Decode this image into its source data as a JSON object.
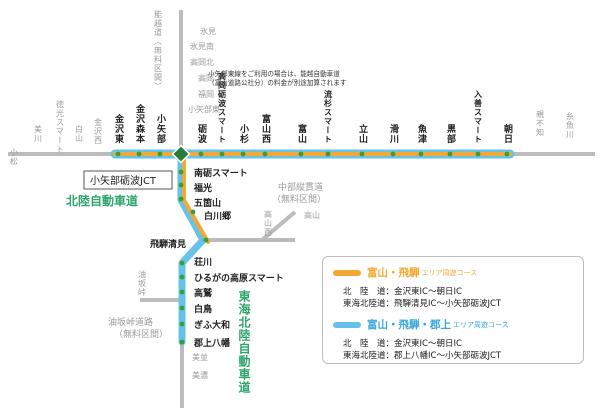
{
  "colors": {
    "orange": "#f3a833",
    "blue": "#66c2e8",
    "gray": "#b8b8b8",
    "green_dot": "#3a9d3a",
    "hokuriku": "#2fa56b",
    "tokai": "#2fa56b"
  },
  "labels": {
    "komatsu": "小松",
    "mikawa": "美川",
    "shiramatsu": "白山",
    "hakusan_smart": "徳光スマート",
    "kanazawa_nishi": "金沢西",
    "itoigawa": "糸魚川",
    "oyashirazu": "親不知",
    "junction": "小矢部砺波JCT",
    "hokuriku_exp": "北陸自動車道",
    "tokai_exp": "東海北陸自動車道",
    "chubu_road": "中部縦貫道",
    "chubu_free": "（無料区間）",
    "takayama_nishi": "高山西",
    "takayama": "高山",
    "aburasaka_road": "油坂峠道路",
    "aburasaka_free": "（無料区間）",
    "aburasaka_pass": "油坂峠",
    "mino": "美並",
    "minoh": "美濃",
    "noetsu_road": "能越道（無料区間）",
    "himi": "氷見",
    "himi_minami": "氷見南",
    "takaoka_hokuto": "高岡北",
    "takaoka": "高岡",
    "fukuoka": "福岡",
    "oyabe_higashi": "小矢部東",
    "note": "小矢部東線をご利用の場合は、能越自動車道（富山道路公社分）の料金が別途加算されます"
  },
  "top_stations": [
    "金沢東",
    "金沢森本",
    "小矢部",
    "砺波",
    "高岡砺波スマート",
    "小杉",
    "富山西",
    "富山",
    "流杉スマート",
    "立山",
    "滑川",
    "魚津",
    "黒部",
    "入善スマート",
    "朝日"
  ],
  "south_stations": [
    "南砺スマート",
    "福光",
    "五箇山",
    "白川郷",
    "飛騨清見",
    "荘川",
    "ひるがの高原スマート",
    "高鷲",
    "白鳥",
    "ぎふ大和",
    "郡上八幡"
  ],
  "legend": {
    "orange_title": "富山・飛騨",
    "orange_sub": "エリア周遊コース",
    "orange_line1": "北　陸　道：金沢東IC～朝日IC",
    "orange_line2": "東海北陸道：飛騨清見IC～小矢部砺波JCT",
    "blue_title": "富山・飛騨・郡上",
    "blue_sub": "エリア周遊コース",
    "blue_line1": "北　陸　道：金沢東IC～朝日IC",
    "blue_line2": "東海北陸道：郡上八幡IC～小矢部砺波JCT"
  }
}
